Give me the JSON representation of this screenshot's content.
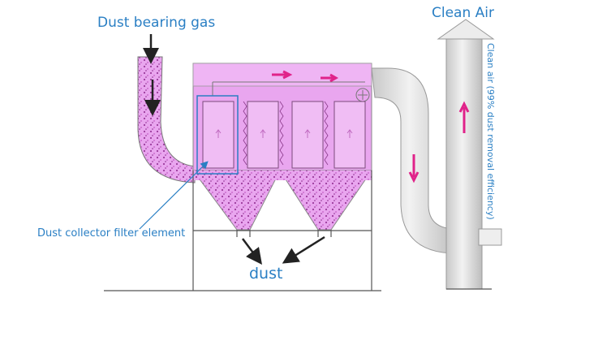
{
  "labels": {
    "dust_bearing_gas": "Dust bearing gas",
    "clean_air": "Clean Air",
    "clean_air_note": "Clean air (99% dust removal efficiency)",
    "filter_element": "Dust collector filter element",
    "dust": "dust"
  },
  "colors": {
    "label_text": "#2a7fc4",
    "housing_magenta": "#e9a6ef",
    "particle_purple": "#9b3a9b",
    "flow_arrow": "#e0238a",
    "pipe_gray": "#d8d8d8",
    "frame_line": "#555555",
    "pointer_arrow": "#222222"
  }
}
